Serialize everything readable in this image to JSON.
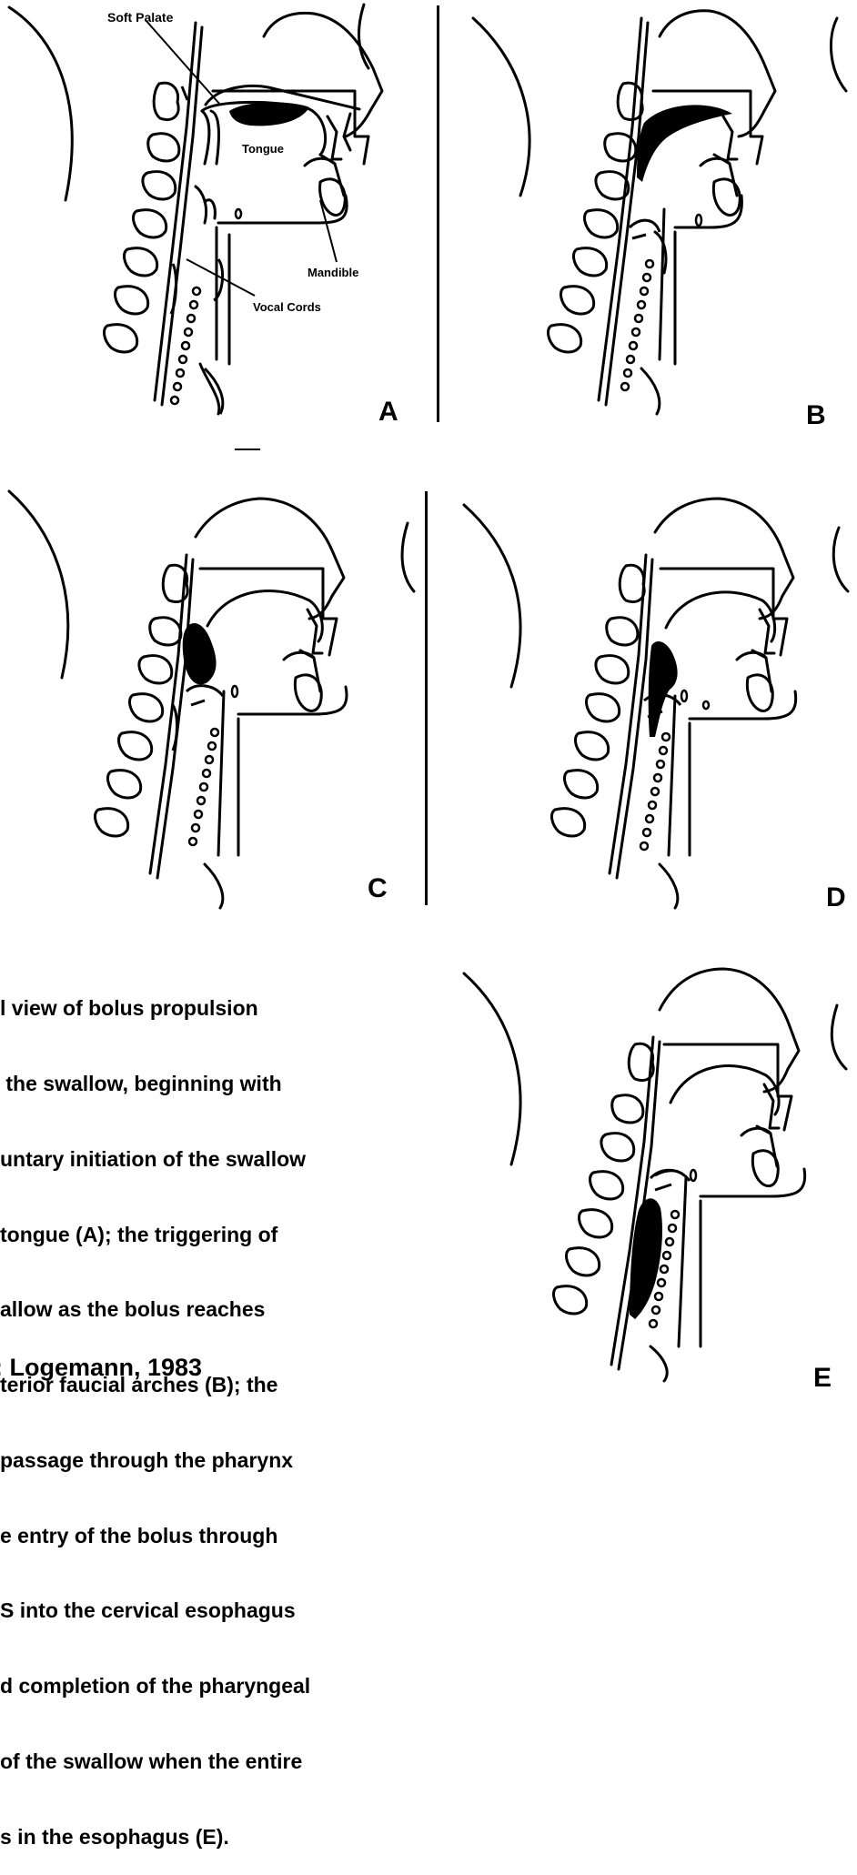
{
  "figure": {
    "annotations": {
      "soft_palate": "Soft Palate",
      "tongue": "Tongue",
      "mandible": "Mandible",
      "vocal_cords": "Vocal Cords"
    },
    "panels": [
      {
        "letter": "A"
      },
      {
        "letter": "B"
      },
      {
        "letter": "C"
      },
      {
        "letter": "D"
      },
      {
        "letter": "E"
      }
    ],
    "caption_lines": [
      "l view of bolus propulsion",
      " the swallow, beginning with",
      "untary initiation of the swallow",
      "tongue (A); the triggering of",
      "allow as the bolus reaches",
      "terior faucial arches (B); the",
      "passage through the pharynx",
      "e entry of the bolus through",
      "S into the cervical esophagus",
      "d completion of the pharyngeal",
      "of the swallow when the entire",
      "s in the esophagus (E)."
    ],
    "citation": ": Logemann, 1983"
  }
}
